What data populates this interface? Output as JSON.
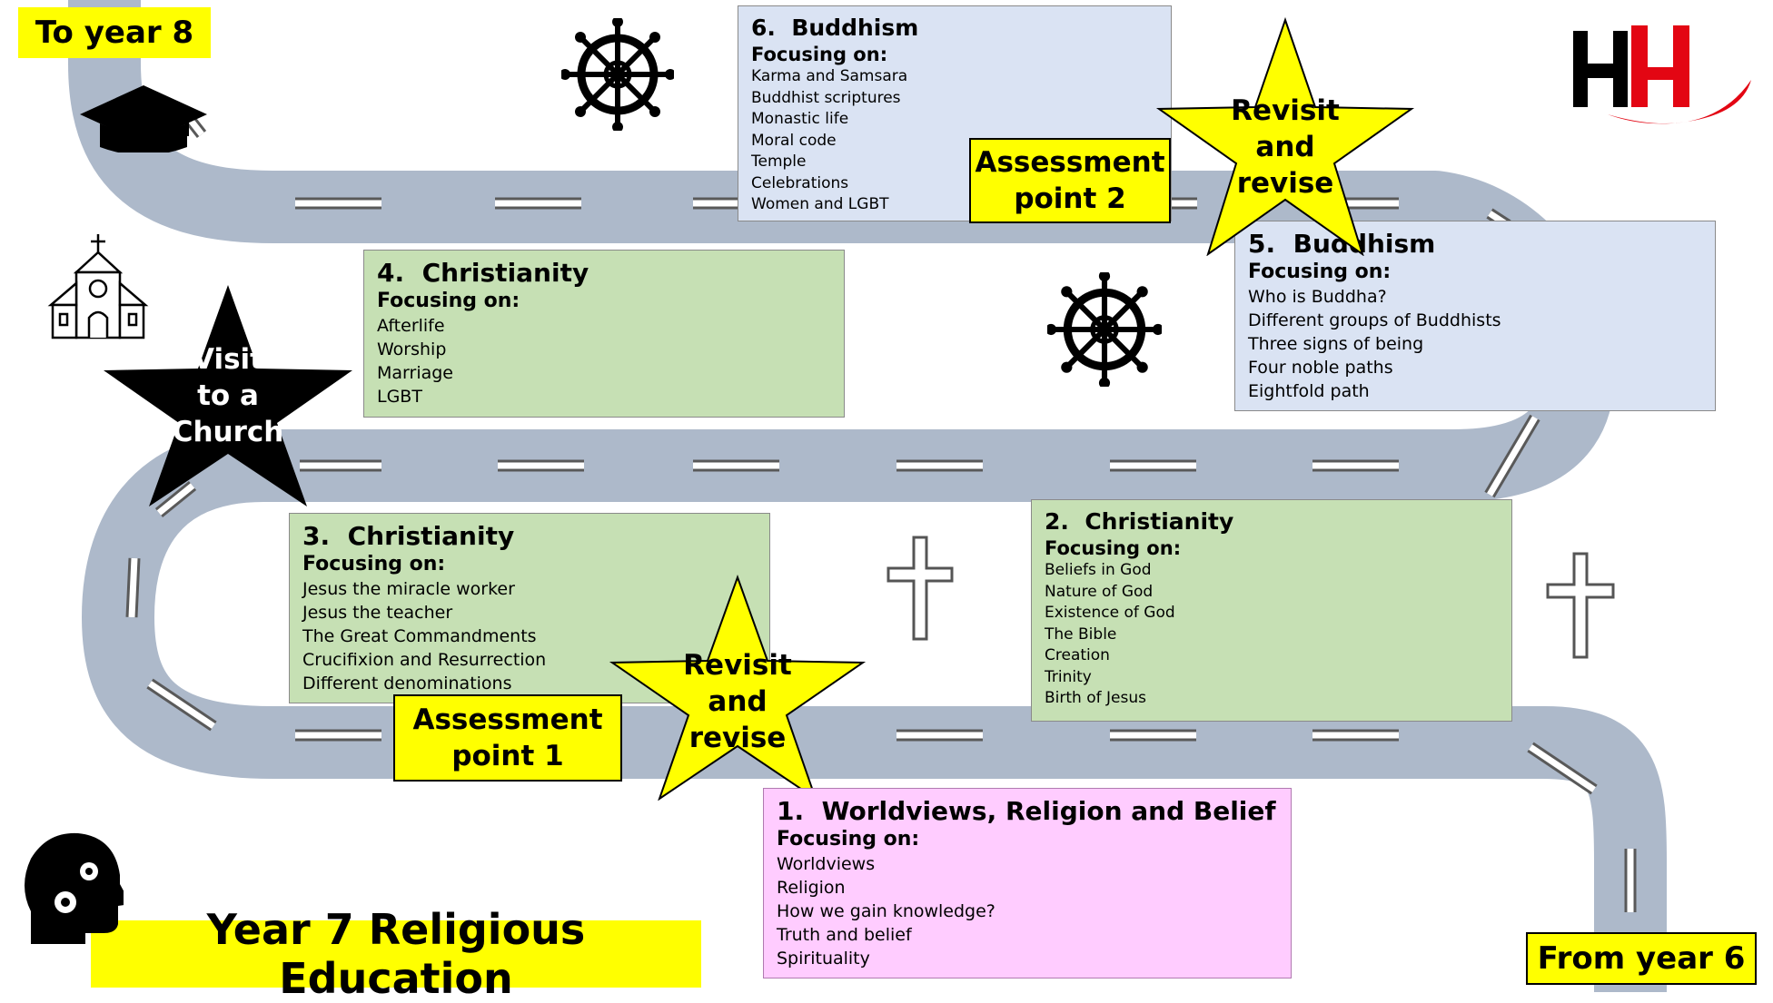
{
  "corner_labels": {
    "to_next_year": "To year 8",
    "from_prev_year": "From year 6"
  },
  "page_title": "Year 7 Religious Education",
  "units": [
    {
      "number": "1.",
      "title": "Worldviews, Religion and Belief",
      "focus_label": "Focusing on:",
      "items": [
        "Worldviews",
        "Religion",
        "How we gain knowledge?",
        "Truth and belief",
        "Spirituality"
      ]
    },
    {
      "number": "2.",
      "title": "Christianity",
      "focus_label": "Focusing on:",
      "items": [
        "Beliefs in God",
        "Nature of God",
        "Existence of God",
        "The Bible",
        "Creation",
        "Trinity",
        "Birth of Jesus"
      ]
    },
    {
      "number": "3.",
      "title": "Christianity",
      "focus_label": "Focusing on:",
      "items": [
        "Jesus the miracle worker",
        "Jesus the teacher",
        "The Great Commandments",
        "Crucifixion and Resurrection",
        "Different denominations"
      ]
    },
    {
      "number": "4.",
      "title": "Christianity",
      "focus_label": "Focusing on:",
      "items": [
        "Afterlife",
        "Worship",
        "Marriage",
        "LGBT"
      ]
    },
    {
      "number": "5.",
      "title": "Buddhism",
      "focus_label": "Focusing on:",
      "items": [
        "Who is Buddha?",
        "Different groups of Buddhists",
        "Three signs of being",
        "Four noble paths",
        "Eightfold path"
      ]
    },
    {
      "number": "6.",
      "title": "Buddhism",
      "focus_label": "Focusing on:",
      "items": [
        "Karma and Samsara",
        "Buddhist scriptures",
        "Monastic life",
        "Moral code",
        "Temple",
        "Celebrations",
        "Women and LGBT"
      ]
    }
  ],
  "assessments": [
    {
      "line1": "Assessment",
      "line2": "point 1"
    },
    {
      "line1": "Assessment",
      "line2": "point 2"
    }
  ],
  "stars": {
    "revisit_1": [
      "Revisit",
      "and",
      "revise"
    ],
    "revisit_2": [
      "Revisit",
      "and",
      "revise"
    ],
    "church_visit": [
      "Visit",
      "to a",
      "Church"
    ]
  },
  "colors": {
    "road": "#adb9ca",
    "road_marking": "#ffffff",
    "label_yellow": "#ffff00",
    "christianity_box": "#c6e0b4",
    "buddhism_box": "#dae3f3",
    "worldviews_box": "#ffccff",
    "logo_red": "#e30613"
  },
  "icons": [
    "graduation-cap-icon",
    "dharma-wheel-icon",
    "church-icon",
    "cross-icon",
    "globe-icon",
    "head-gears-icon",
    "school-logo"
  ]
}
